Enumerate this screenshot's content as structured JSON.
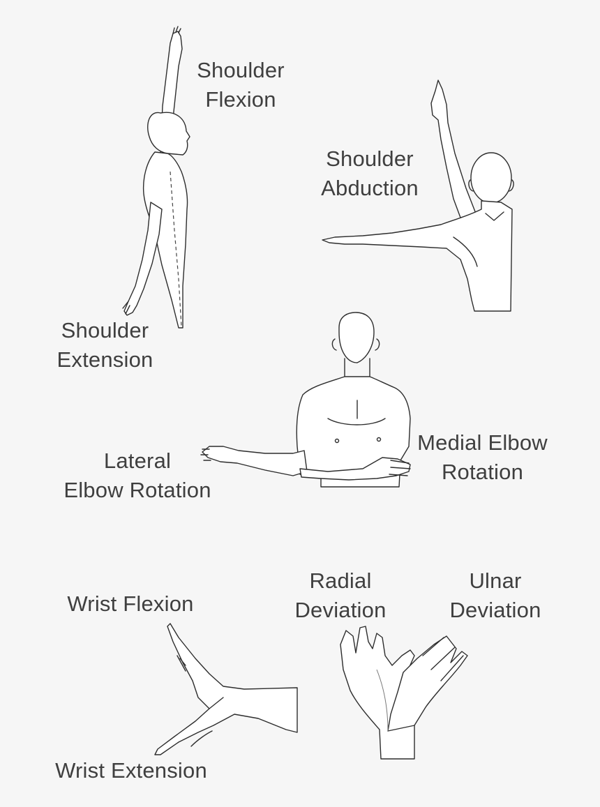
{
  "labels": {
    "shoulder_flexion": [
      "Shoulder",
      "Flexion"
    ],
    "shoulder_abduction": [
      "Shoulder",
      "Abduction"
    ],
    "shoulder_extension": [
      "Shoulder",
      "Extension"
    ],
    "lateral_elbow_rotation": [
      "Lateral",
      "Elbow Rotation"
    ],
    "medial_elbow_rotation": [
      "Medial Elbow",
      "Rotation"
    ],
    "radial_deviation": [
      "Radial",
      "Deviation"
    ],
    "ulnar_deviation": [
      "Ulnar",
      "Deviation"
    ],
    "wrist_flexion": "Wrist Flexion",
    "wrist_extension": "Wrist Extension"
  },
  "colors": {
    "background": "#f6f6f6",
    "text": "#3f3f3f",
    "line": "#2d2d2d"
  }
}
